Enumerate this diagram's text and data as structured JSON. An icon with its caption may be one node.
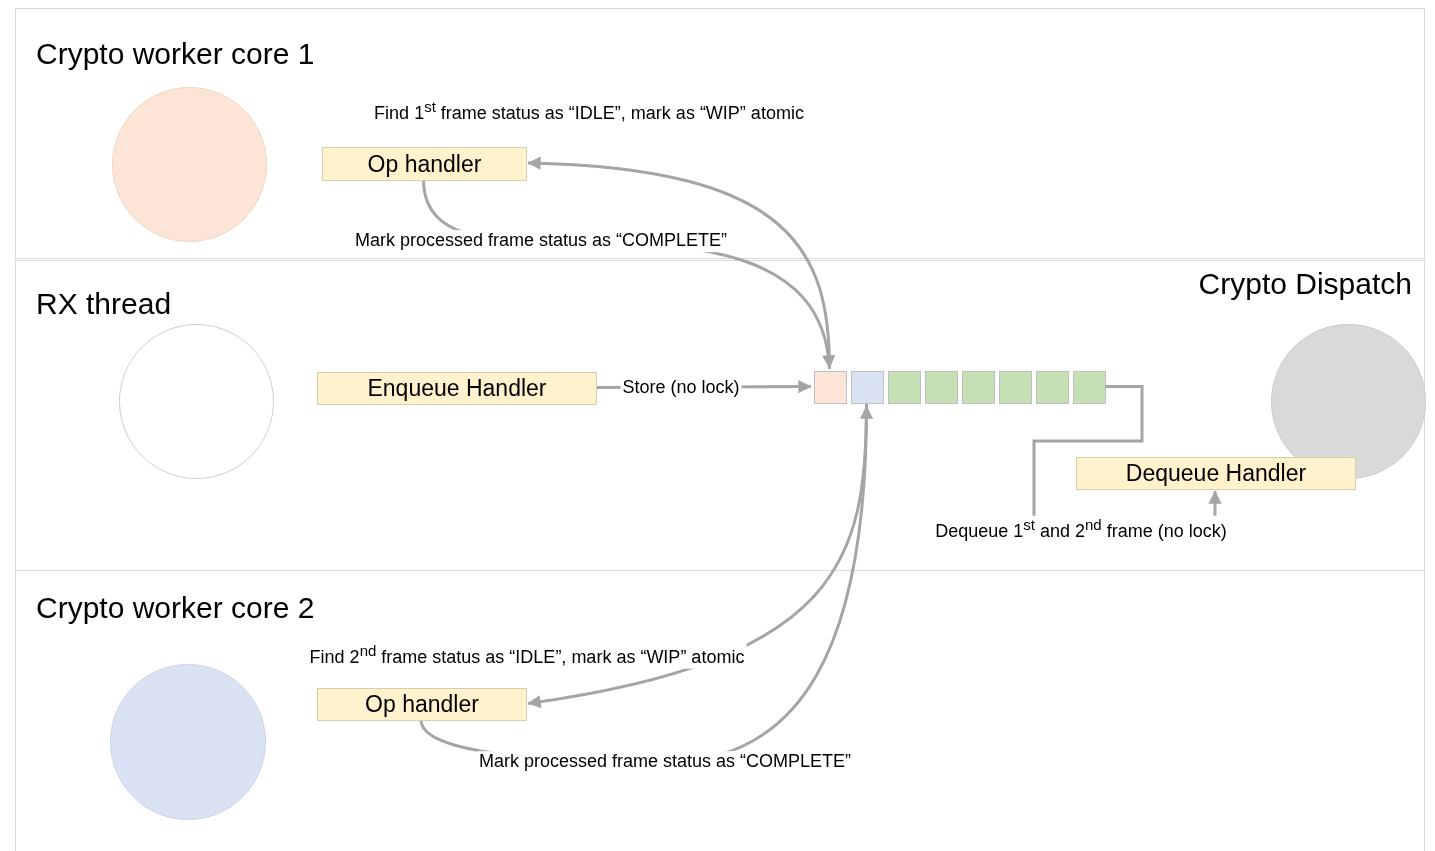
{
  "diagram": {
    "nodes": [
      {
        "text": [
          "Crypto worker core 1"
        ]
      },
      {
        "text": [],
        "shape": "circle",
        "in": 0
      },
      {
        "text": [
          "Op handler"
        ],
        "in": 0
      },
      {
        "text": [
          "RX thread",
          "Crypto Dispatch"
        ]
      },
      {
        "text": [],
        "shape": "circle",
        "in": 3
      },
      {
        "text": [
          "Enqueue Handler"
        ],
        "in": 3
      },
      {
        "text": [],
        "shape": "box",
        "in": 3
      },
      {
        "text": [],
        "shape": "box",
        "in": 3
      },
      {
        "text": [],
        "shape": "box",
        "in": 3
      },
      {
        "text": [],
        "shape": "box",
        "in": 3
      },
      {
        "text": [],
        "shape": "box",
        "in": 3
      },
      {
        "text": [],
        "shape": "box",
        "in": 3
      },
      {
        "text": [],
        "shape": "box",
        "in": 3
      },
      {
        "text": [],
        "shape": "box",
        "in": 3
      },
      {
        "text": [],
        "shape": "circle",
        "in": 3
      },
      {
        "text": [
          "Dequeue Handler"
        ],
        "in": 3
      },
      {
        "text": [
          "Crypto worker core 2"
        ]
      },
      {
        "text": [],
        "shape": "circle",
        "in": 16
      },
      {
        "text": [
          "Op handler"
        ],
        "in": 16
      }
    ],
    "edges": [
      {
        "from": 6,
        "to": 2,
        "arrow": "to"
      },
      {
        "from": 2,
        "to": 6,
        "arrow": "to",
        "label": "Mark processed frame status as “COMPLETE”"
      },
      {
        "from": 5,
        "to": 6,
        "arrow": "to",
        "label": "Store (no lock)"
      },
      {
        "from": 13,
        "to": 15,
        "arrow": "to",
        "label": "Dequeue 1$^{st}$ and 2$^{nd}$ frame (no lock)"
      },
      {
        "from": 7,
        "to": 18,
        "arrow": "to",
        "label": "Find 2$^{nd}$ frame status as “IDLE”, mark as “WIP” atomic"
      },
      {
        "from": 18,
        "to": 7,
        "arrow": "to",
        "label": "Mark processed frame status as “COMPLETE”"
      }
    ],
    "labels": [
      "Find 1$^{st}$ frame status as “IDLE”, mark as “WIP” atomic"
    ]
  }
}
